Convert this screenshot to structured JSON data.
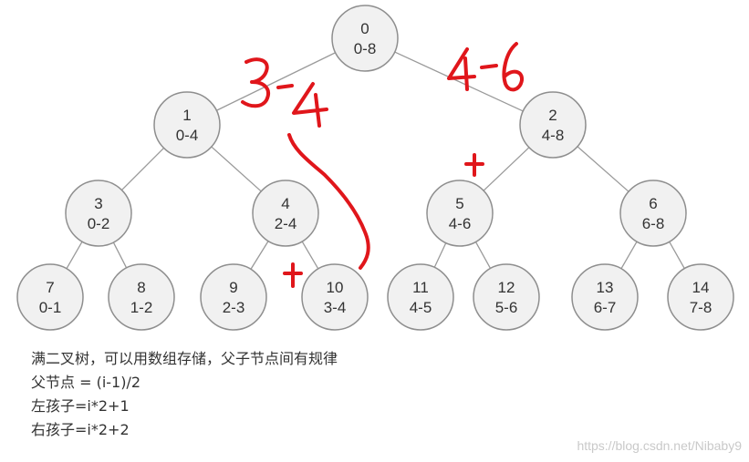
{
  "tree": {
    "nodes": [
      {
        "index": "0",
        "range": "0-8"
      },
      {
        "index": "1",
        "range": "0-4"
      },
      {
        "index": "2",
        "range": "4-8"
      },
      {
        "index": "3",
        "range": "0-2"
      },
      {
        "index": "4",
        "range": "2-4"
      },
      {
        "index": "5",
        "range": "4-6"
      },
      {
        "index": "6",
        "range": "6-8"
      },
      {
        "index": "7",
        "range": "0-1"
      },
      {
        "index": "8",
        "range": "1-2"
      },
      {
        "index": "9",
        "range": "2-3"
      },
      {
        "index": "10",
        "range": "3-4"
      },
      {
        "index": "11",
        "range": "4-5"
      },
      {
        "index": "12",
        "range": "5-6"
      },
      {
        "index": "13",
        "range": "6-7"
      },
      {
        "index": "14",
        "range": "7-8"
      }
    ]
  },
  "annotations": {
    "left_range": "3-4",
    "right_range": "4-6",
    "plus_sign": "+"
  },
  "notes": {
    "line1": "满二叉树，可以用数组存储，父子节点间有规律",
    "line2": "父节点 = (i-1)/2",
    "line3": "左孩子=i*2+1",
    "line4": "右孩子=i*2+2"
  },
  "watermark": "https://blog.csdn.net/Nibaby9",
  "colors": {
    "node_fill": "#f1f1f1",
    "node_stroke": "#8e8e8e",
    "ink": "#e0161b"
  }
}
